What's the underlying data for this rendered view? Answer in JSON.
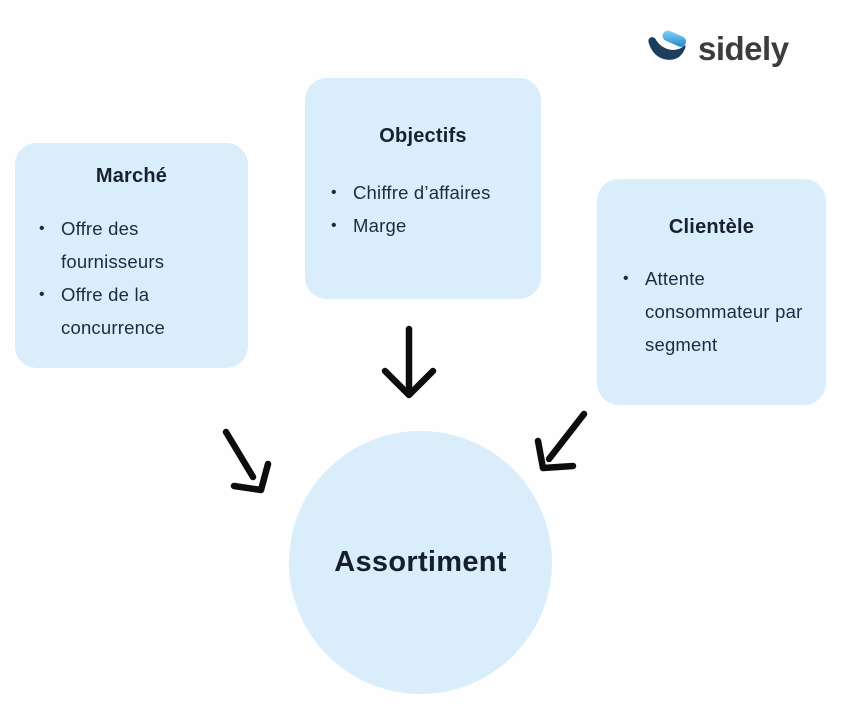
{
  "logo": {
    "brand": "sidely"
  },
  "diagram": {
    "boxes": [
      {
        "title": "Marché",
        "bullets": [
          "Offre des fournisseurs",
          "Offre de la concurrence"
        ]
      },
      {
        "title": "Objectifs",
        "bullets": [
          "Chiffre d’affaires",
          "Marge"
        ]
      },
      {
        "title": "Clientèle",
        "bullets": [
          "Attente consommateur par segment"
        ]
      }
    ],
    "center_node": "Assortiment",
    "arrows": [
      {
        "from": "Marché",
        "to": "Assortiment",
        "direction": "down-right"
      },
      {
        "from": "Objectifs",
        "to": "Assortiment",
        "direction": "down"
      },
      {
        "from": "Clientèle",
        "to": "Assortiment",
        "direction": "down-left"
      }
    ]
  },
  "colors": {
    "node_fill": "#d9edfb",
    "text": "#1f2b38",
    "title_text": "#17222e",
    "arrow": "#0d0d0d",
    "background": "#fefefe",
    "logo_text": "#3c3c3c",
    "logo_light_blue": "#8edbf8",
    "logo_blue": "#1b7fd0",
    "logo_navy": "#1d3d5c"
  }
}
